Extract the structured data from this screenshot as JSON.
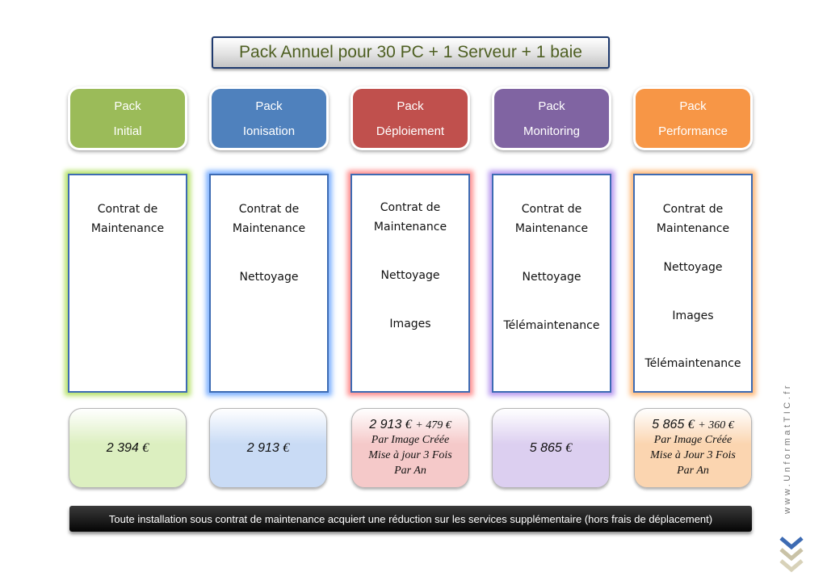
{
  "title": "Pack Annuel pour 30 PC + 1 Serveur + 1 baie",
  "packs": [
    {
      "line1": "Pack",
      "line2": "Initial",
      "color": "#9bbb59",
      "glow": "#b6e26a",
      "price_bg": "#dcefc0",
      "features": [
        "Contrat de\nMaintenance"
      ],
      "price": "2 394",
      "extra": "",
      "note": ""
    },
    {
      "line1": "Pack",
      "line2": "Ionisation",
      "color": "#4f81bd",
      "glow": "#7fb2ff",
      "price_bg": "#c9dbf5",
      "features": [
        "Contrat de\nMaintenance",
        "Nettoyage"
      ],
      "price": "2 913",
      "extra": "",
      "note": ""
    },
    {
      "line1": "Pack",
      "line2": "Déploiement",
      "color": "#c0504d",
      "glow": "#ff8f8f",
      "price_bg": "#f5c9c9",
      "features": [
        "Contrat de\nMaintenance",
        "Nettoyage",
        "Images"
      ],
      "price": "2 913",
      "extra": "+ 479 €",
      "note": "Par Image Créée\nMise à jour 3 Fois\nPar An"
    },
    {
      "line1": "Pack",
      "line2": "Monitoring",
      "color": "#8064a2",
      "glow": "#b99bf0",
      "price_bg": "#dccff0",
      "features": [
        "Contrat de\nMaintenance",
        "Nettoyage",
        "Télémaintenance"
      ],
      "price": "5 865",
      "extra": "",
      "note": ""
    },
    {
      "line1": "Pack",
      "line2": "Performance",
      "color": "#f79646",
      "glow": "#ffba7a",
      "price_bg": "#fbd5b0",
      "features": [
        "Contrat de\nMaintenance",
        "Nettoyage",
        "Images",
        "Télémaintenance"
      ],
      "price": "5 865",
      "extra": "+ 360 €",
      "note": "Par Image Créée\nMise à Jour 3 Fois\nPar An"
    }
  ],
  "currency": "€",
  "footer": "Toute installation sous contrat de maintenance acquiert une réduction sur les services supplémentaire (hors frais de déplacement)",
  "brand": "www.UnformatTIC.fr",
  "brand_icon": "double-chevron-down-icon"
}
